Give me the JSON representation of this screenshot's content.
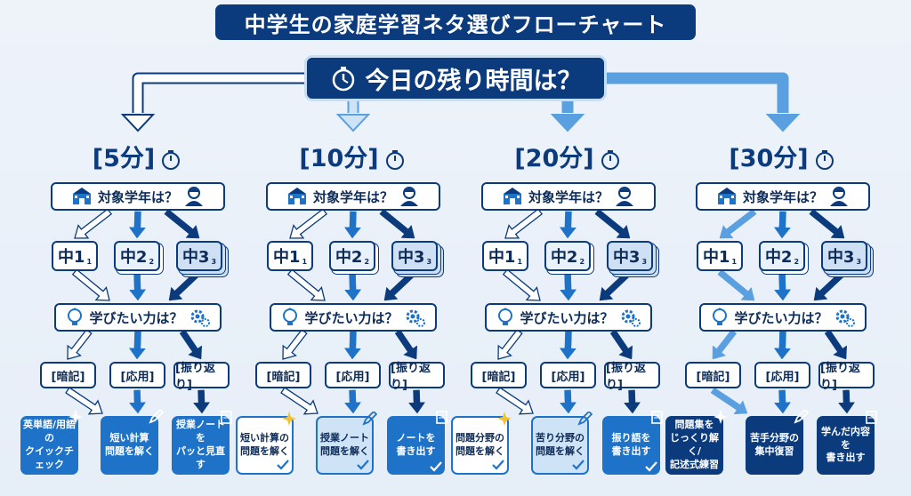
{
  "title": "中学生の家庭学習ネタ選びフローチャート",
  "question": "今日の残り時間は？",
  "grade_question": "対象学年は？",
  "skill_question": "学びたい力は？",
  "grades": [
    {
      "label": "中1",
      "sub": "1"
    },
    {
      "label": "中2",
      "sub": "2"
    },
    {
      "label": "中3",
      "sub": "3"
    }
  ],
  "skills": [
    "[暗記]",
    "[応用]",
    "[振り返り]"
  ],
  "columns": [
    {
      "time": "[5分]",
      "results": [
        "英単語/用語の\nクイックチェック",
        "短い計算\n問題を解く",
        "授業ノートを\nパッと見直す"
      ]
    },
    {
      "time": "[10分]",
      "results": [
        "短い計算の\n問題を解く",
        "授業ノート\n問題を解く",
        "ノートを\n書き出す"
      ]
    },
    {
      "time": "[20分]",
      "results": [
        "問題分野の\n問題を解く",
        "苦り分野の\n問題を解く",
        "振り語を\n書き出す"
      ]
    },
    {
      "time": "[30分]",
      "results": [
        "問題集を\nじっくり解く/\n記述式練習",
        "苦手分野の\n集中復習",
        "学んだ内容を\n書き出す"
      ]
    }
  ],
  "icons": [
    "stopwatch-icon",
    "school-icon",
    "student-icon",
    "lightbulb-icon",
    "gears-icon",
    "sparkle-icon",
    "pencil-icon",
    "checkmark-icon",
    "note-icon",
    "hourglass-icon"
  ],
  "colors": {
    "navy": "#0b3b7c",
    "blue": "#1e73c8",
    "light": "#cfe3f7",
    "background": "#eef3fa"
  }
}
